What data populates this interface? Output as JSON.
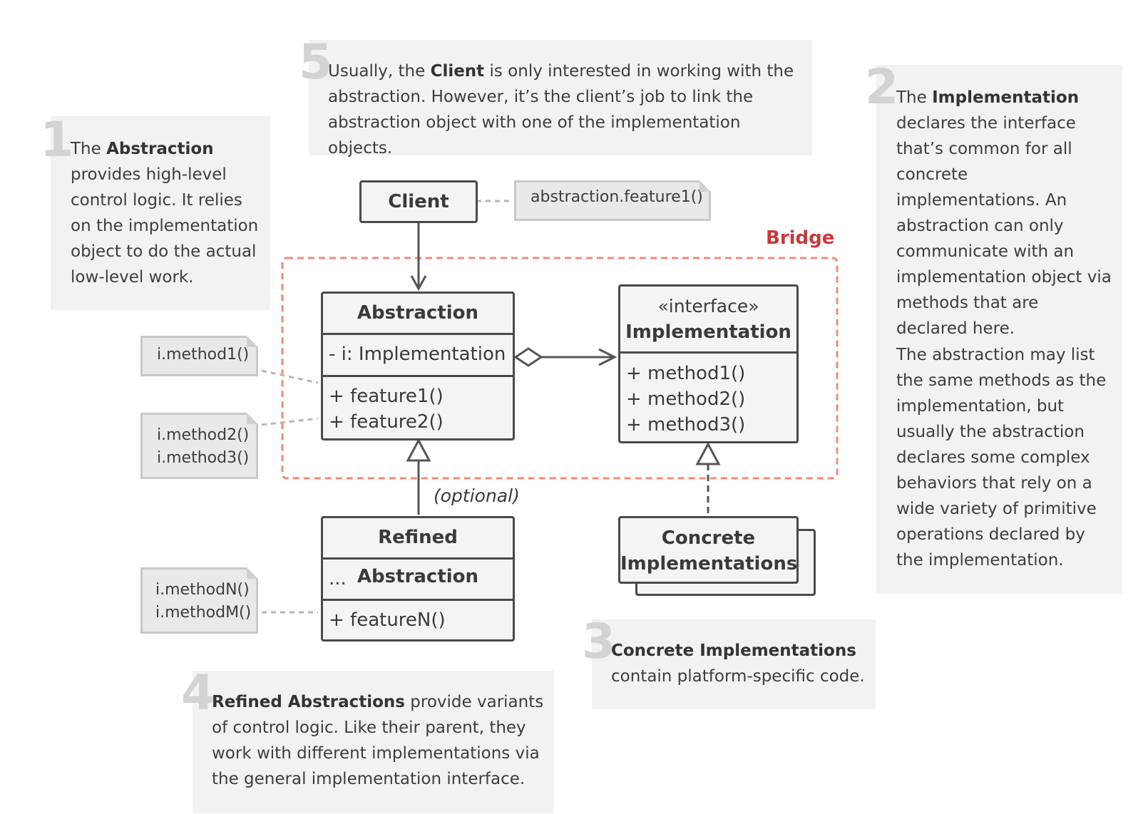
{
  "notes": {
    "n1": {
      "num": "1",
      "pre": "The ",
      "bold": "Abstraction",
      "post": " provides high-level control logic. It relies on the implementation object to do the actual low-level work."
    },
    "n2": {
      "num": "2",
      "pre": "The ",
      "bold": "Implementation",
      "post": " declares the interface that’s common for all concrete implementations. An abstraction can only communicate with an implementation object via methods that are declared here.",
      "para2": "The abstraction may list the same methods as the implementation, but usually the abstraction declares some complex behaviors that rely on a wide variety of primitive operations declared by the implementation."
    },
    "n3": {
      "num": "3",
      "bold": "Concrete Implementations",
      "post": "contain platform-specific code."
    },
    "n4": {
      "num": "4",
      "bold": "Refined Abstractions",
      "post": " provide variants of control logic. Like their parent, they work with different implementations via the general implementation interface."
    },
    "n5": {
      "num": "5",
      "pre": "Usually, the ",
      "bold": "Client",
      "post": " is only interested in working with the abstraction. However, it’s the client’s job to link the abstraction object with one of the implementation objects."
    }
  },
  "diagram": {
    "bridge_label": "Bridge",
    "optional_label": "(optional)",
    "client": {
      "title": "Client"
    },
    "abstraction": {
      "title": "Abstraction",
      "field": "- i: Implementation",
      "methods": [
        "+ feature1()",
        "+ feature2()"
      ]
    },
    "implementation": {
      "stereotype": "«interface»",
      "title": "Implementation",
      "methods": [
        "+ method1()",
        "+ method2()",
        "+ method3()"
      ]
    },
    "refined": {
      "title": "Refined Abstraction",
      "field": "...",
      "method": "+ featureN()"
    },
    "concrete": {
      "title_line1": "Concrete",
      "title_line2": "Implementations"
    },
    "memos": {
      "client_memo": "abstraction.feature1()",
      "memo1": "i.method1()",
      "memo2_line1": "i.method2()",
      "memo2_line2": "i.method3()",
      "memo3_line1": "i.methodN()",
      "memo3_line2": "i.methodM()"
    }
  },
  "colors": {
    "bridge": "#c9393a",
    "bridge_border": "#f08a78",
    "note_bg": "#f2f2f2",
    "box_border": "#4a4a4a"
  }
}
